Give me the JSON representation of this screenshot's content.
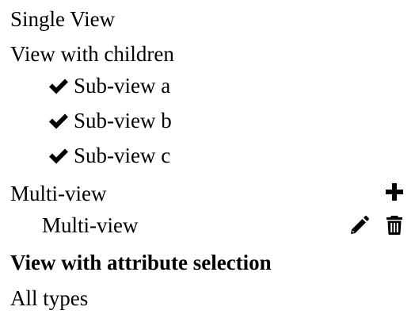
{
  "nav": {
    "single_view": "Single View",
    "view_with_children": "View with children",
    "children": [
      {
        "label": "Sub-view a",
        "checked": true
      },
      {
        "label": "Sub-view b",
        "checked": true
      },
      {
        "label": "Sub-view c",
        "checked": true
      }
    ],
    "multi_view": "Multi-view",
    "multi_view_item": "Multi-view",
    "attribute_selection": "View with attribute selection",
    "all_types": "All types"
  },
  "icons": {
    "check": "check-icon",
    "add": "plus-icon",
    "edit": "pencil-icon",
    "delete": "trash-icon"
  }
}
